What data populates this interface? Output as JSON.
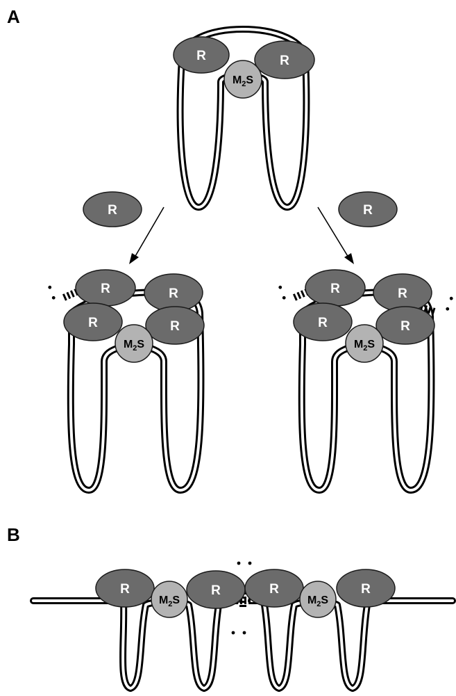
{
  "panels": {
    "a": {
      "label": "A"
    },
    "b": {
      "label": "B"
    }
  },
  "labels": {
    "repressor": "R",
    "methylase_main": "M",
    "methylase_sub": "2",
    "methylase_tail": "S"
  },
  "colors": {
    "repressor_fill": "#6b6b6b",
    "methylase_fill": "#b3b3b3",
    "dna_strand": "#000000",
    "background": "#ffffff"
  },
  "icons": {
    "cleavage": "scissors-icon",
    "transition": "arrow-icon"
  }
}
